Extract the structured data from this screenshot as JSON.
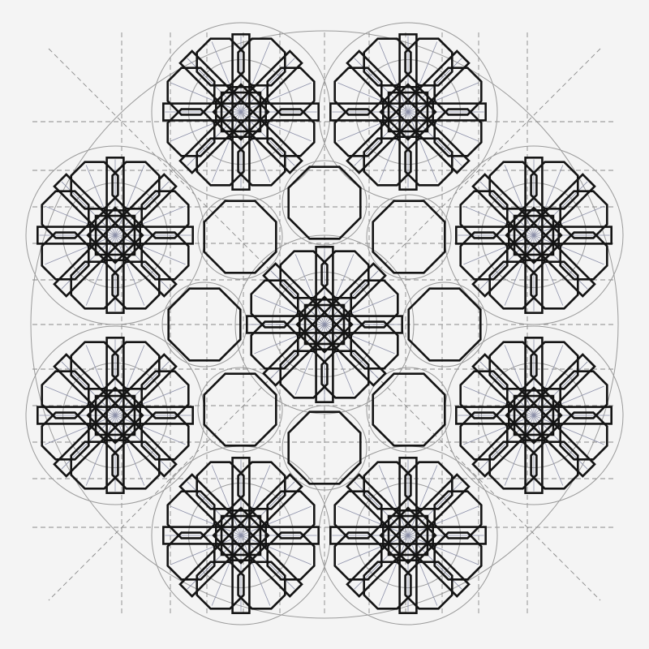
{
  "drawing": {
    "kind": "geometric-pattern",
    "rosettes": 9,
    "octagons": 8,
    "symmetry": "8-fold",
    "colors": {
      "paper": "#f4f4f4",
      "ink": "#141414",
      "guide": "#9a9a9a",
      "spoke": "#8b8fa8"
    }
  }
}
